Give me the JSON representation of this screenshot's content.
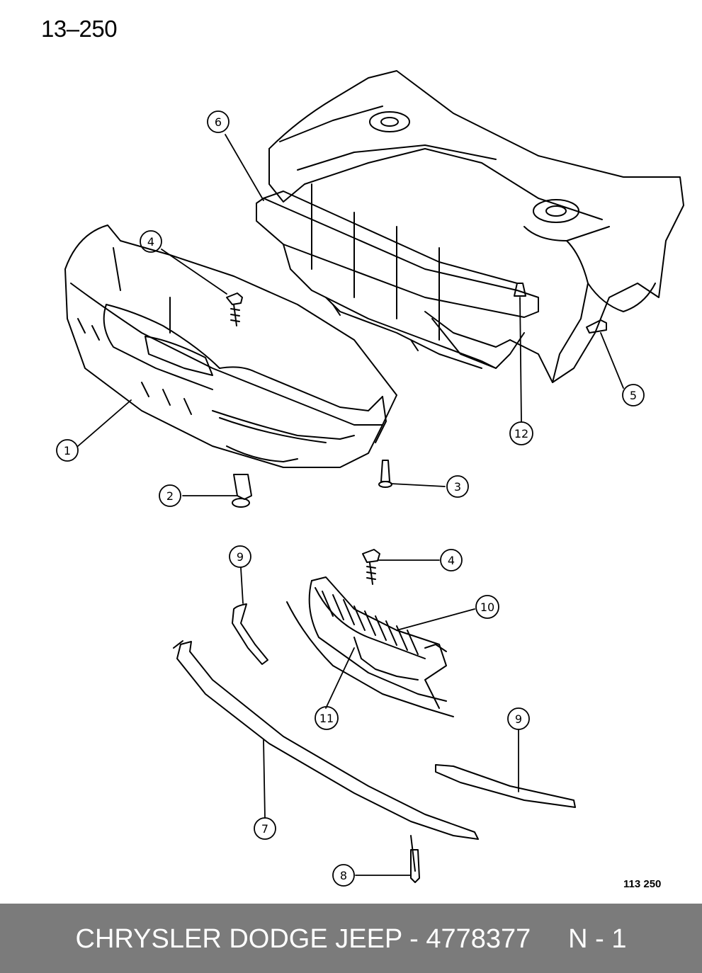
{
  "header": {
    "page_number": "13–250"
  },
  "figure": {
    "reference_code": "113 250"
  },
  "callouts": [
    {
      "label": "1"
    },
    {
      "label": "2"
    },
    {
      "label": "3"
    },
    {
      "label": "4"
    },
    {
      "label": "5"
    },
    {
      "label": "6"
    },
    {
      "label": "12"
    },
    {
      "label": "9"
    },
    {
      "label": "4"
    },
    {
      "label": "10"
    },
    {
      "label": "11"
    },
    {
      "label": "9"
    },
    {
      "label": "7"
    },
    {
      "label": "8"
    }
  ],
  "footer": {
    "brand": "CHRYSLER DODGE JEEP",
    "separator": " - ",
    "part_number": "4778377",
    "gap": "     ",
    "page_code": "N - 1"
  },
  "colors": {
    "line": "#000000",
    "footer_bg": "#7b7b7b",
    "footer_text": "#ffffff"
  }
}
